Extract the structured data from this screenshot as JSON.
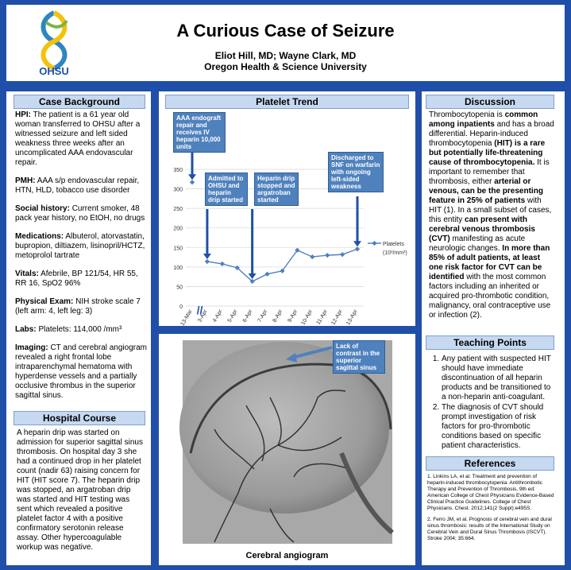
{
  "header": {
    "title": "A Curious Case of Seizure",
    "authors": "Eliot Hill, MD; Wayne Clark, MD",
    "institution": "Oregon Health & Science University",
    "logo_text": "OHSU"
  },
  "case_background": {
    "heading": "Case Background",
    "hpi_label": "HPI:",
    "hpi": "The patient is a 61 year old woman transferred to OHSU after a witnessed seizure and left sided weakness three weeks after an uncomplicated AAA endovascular repair.",
    "pmh_label": "PMH:",
    "pmh": "AAA s/p endovascular repair, HTN, HLD, tobacco use disorder",
    "social_label": "Social history:",
    "social": "Current smoker, 48 pack year history, no EtOH, no drugs",
    "meds_label": "Medications:",
    "meds": "Albuterol, atorvastatin, bupropion, diltiazem, lisinopril/HCTZ, metoprolol tartrate",
    "vitals_label": "Vitals:",
    "vitals": "Afebrile, BP 121/54, HR 55, RR 16, SpO2 96%",
    "exam_label": "Physical Exam:",
    "exam": "NIH stroke scale 7 (left arm: 4, left leg: 3)",
    "labs_label": "Labs:",
    "labs": "Platelets: 114,000 /mm³",
    "imaging_label": "Imaging:",
    "imaging": "CT and cerebral angiogram revealed a right frontal lobe intraparenchymal hematoma with hyperdense vessels and a partially occlusive thrombus in the superior sagittal sinus."
  },
  "hospital_course": {
    "heading": "Hospital Course",
    "text": "A heparin drip was started on admission for superior sagittal sinus thrombosis. On hospital day 3 she had a continued drop in her platelet count (nadir 63) raising concern for HIT (HIT score 7). The heparin drip was stopped, an argatroban drip was started and HIT testing was sent which revealed a positive platelet factor 4 with a positive confirmatory serotonin release assay. Other hypercoagulable workup was negative."
  },
  "platelet_trend": {
    "heading": "Platelet Trend",
    "annotations": [
      "AAA endograft repair and receives IV heparin 10,000 units",
      "Admitted to OHSU and heparin drip started",
      "Heparin drip stopped and argatroban started",
      "Discharged to SNF on warfarin with ongoing left-sided weakness"
    ],
    "break_mark": "//"
  },
  "chart_data": {
    "type": "line",
    "title": "",
    "xlabel": "",
    "ylabel": "",
    "ylim": [
      0,
      350
    ],
    "yticks": [
      0,
      50,
      100,
      150,
      200,
      250,
      300,
      350
    ],
    "categories": [
      "13-Mar",
      "3-Apr",
      "4-Apr",
      "5-Apr",
      "6-Apr",
      "7-Apr",
      "8-Apr",
      "9-Apr",
      "10-Apr",
      "11-Apr",
      "12-Apr",
      "13-Apr"
    ],
    "series": [
      {
        "name": "Platelets (10³/mm³)",
        "values": [
          317,
          114,
          108,
          98,
          63,
          82,
          90,
          143,
          126,
          130,
          132,
          146
        ]
      }
    ],
    "legend": "right",
    "grid": true,
    "color": "#4f81bd"
  },
  "angiogram": {
    "caption": "Cerebral angiogram",
    "annotation": "Lack of contrast in the superior sagittal sinus"
  },
  "discussion": {
    "heading": "Discussion",
    "p1": "Thrombocytopenia is ",
    "p1b": "common among inpatients",
    "p2": " and has a broad differential. Heparin-induced thrombocytopenia ",
    "p2b": "(HIT) is a rare but potentially life-threatening cause of thrombocytopenia.",
    "p3": " It is important to remember that thrombosis, either ",
    "p3b": "arterial or venous, can be the presenting feature in 25% of patients",
    "p4": " with HIT (1). In a small subset of cases, this entity ",
    "p4b": "can present with cerebral venous thrombosis (CVT)",
    "p5": " manifesting as acute neurologic changes. ",
    "p5b": "In more than 85% of adult patients, at least one risk factor for CVT can be identified",
    "p6": " with the most common factors including an inherited or acquired pro-thrombotic condition, malignancy, oral contraceptive use or infection (2)."
  },
  "teaching_points": {
    "heading": "Teaching Points",
    "items": [
      "Any patient with suspected HIT should have immediate discontinuation of all heparin products and be transitioned to a non-heparin anti-coagulant.",
      "The diagnosis of CVT should prompt investigation of risk factors for pro-thrombotic conditions based on specific patient characteristics."
    ]
  },
  "references": {
    "heading": "References",
    "items": [
      "1. Linkins LA, et al. Treatment and prevention of heparin-induced thrombocytopenia: Antithrombotic Therapy and Prevention of Thrombosis, 9th ed: American College of Chest Physicians Evidence-Based Clinical Practice Guidelines. College of Chest Physicians. Chest. 2012;141(2 Suppl):e495S.",
      "2. Ferro JM, et al. Prognosis of cerebral vein and dural sinus thrombosis: results of the International Study on Cerebral Vein and Dural Sinus Thrombosis (ISCVT). Stroke 2004; 35:664."
    ]
  }
}
